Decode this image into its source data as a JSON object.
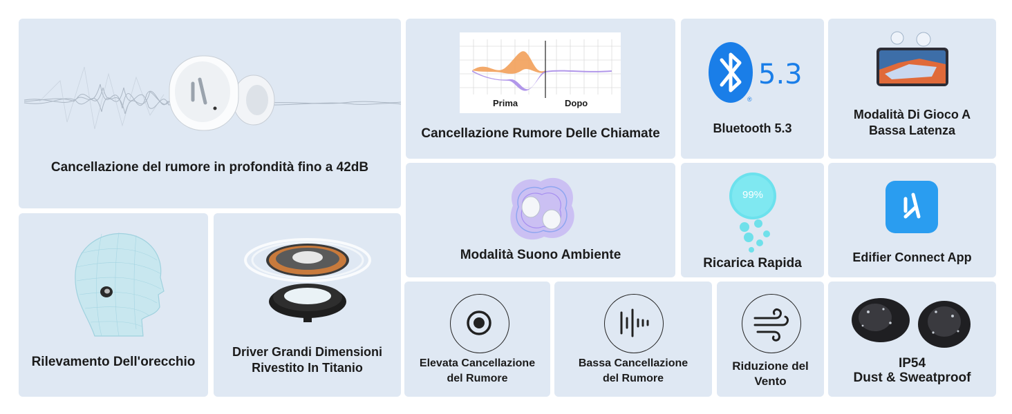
{
  "features": {
    "anc_depth": {
      "label": "Cancellazione del rumore in profondità fino a 42dB"
    },
    "call_nc": {
      "label": "Cancellazione Rumore Delle Chiamate",
      "chart_before": "Prima",
      "chart_after": "Dopo"
    },
    "bluetooth": {
      "version": "5.3",
      "label": "Bluetooth 5.3",
      "mark": "®"
    },
    "gaming": {
      "label_line1": "Modalità Di Gioco A",
      "label_line2": "Bassa Latenza"
    },
    "ambient": {
      "label": "Modalità Suono Ambiente"
    },
    "fast_charge": {
      "percent": "99%",
      "label": "Ricarica Rapida"
    },
    "app": {
      "label": "Edifier Connect App"
    },
    "ear_detect": {
      "label": "Rilevamento Dell'orecchio"
    },
    "driver": {
      "label_line1": "Driver Grandi Dimensioni",
      "label_line2": "Rivestito In Titanio"
    },
    "high_anc": {
      "label_line1": "Elevata Cancellazione",
      "label_line2": "del Rumore"
    },
    "low_anc": {
      "label_line1": "Bassa Cancellazione",
      "label_line2": "del Rumore"
    },
    "wind": {
      "label_line1": "Riduzione del",
      "label_line2": "Vento"
    },
    "ip54": {
      "label_line1": "IP54",
      "label_line2": "Dust & Sweatproof"
    }
  },
  "colors": {
    "tile_bg": "#dfe8f3",
    "bluetooth_blue": "#1a7ee8",
    "app_blue": "#2a9df0",
    "charge_cyan": "#5fe0ec",
    "wave_orange": "#f2a05a",
    "wave_purple": "#a98ce8"
  },
  "icons": [
    "earbud-icon",
    "sound-wave-icon",
    "bluetooth-icon",
    "phone-game-icon",
    "ambient-blob-icon",
    "charge-bubble-icon",
    "edifier-app-icon",
    "head-scan-icon",
    "driver-icon",
    "target-icon",
    "soundwave-bars-icon",
    "wind-icon",
    "black-earbuds-icon"
  ]
}
